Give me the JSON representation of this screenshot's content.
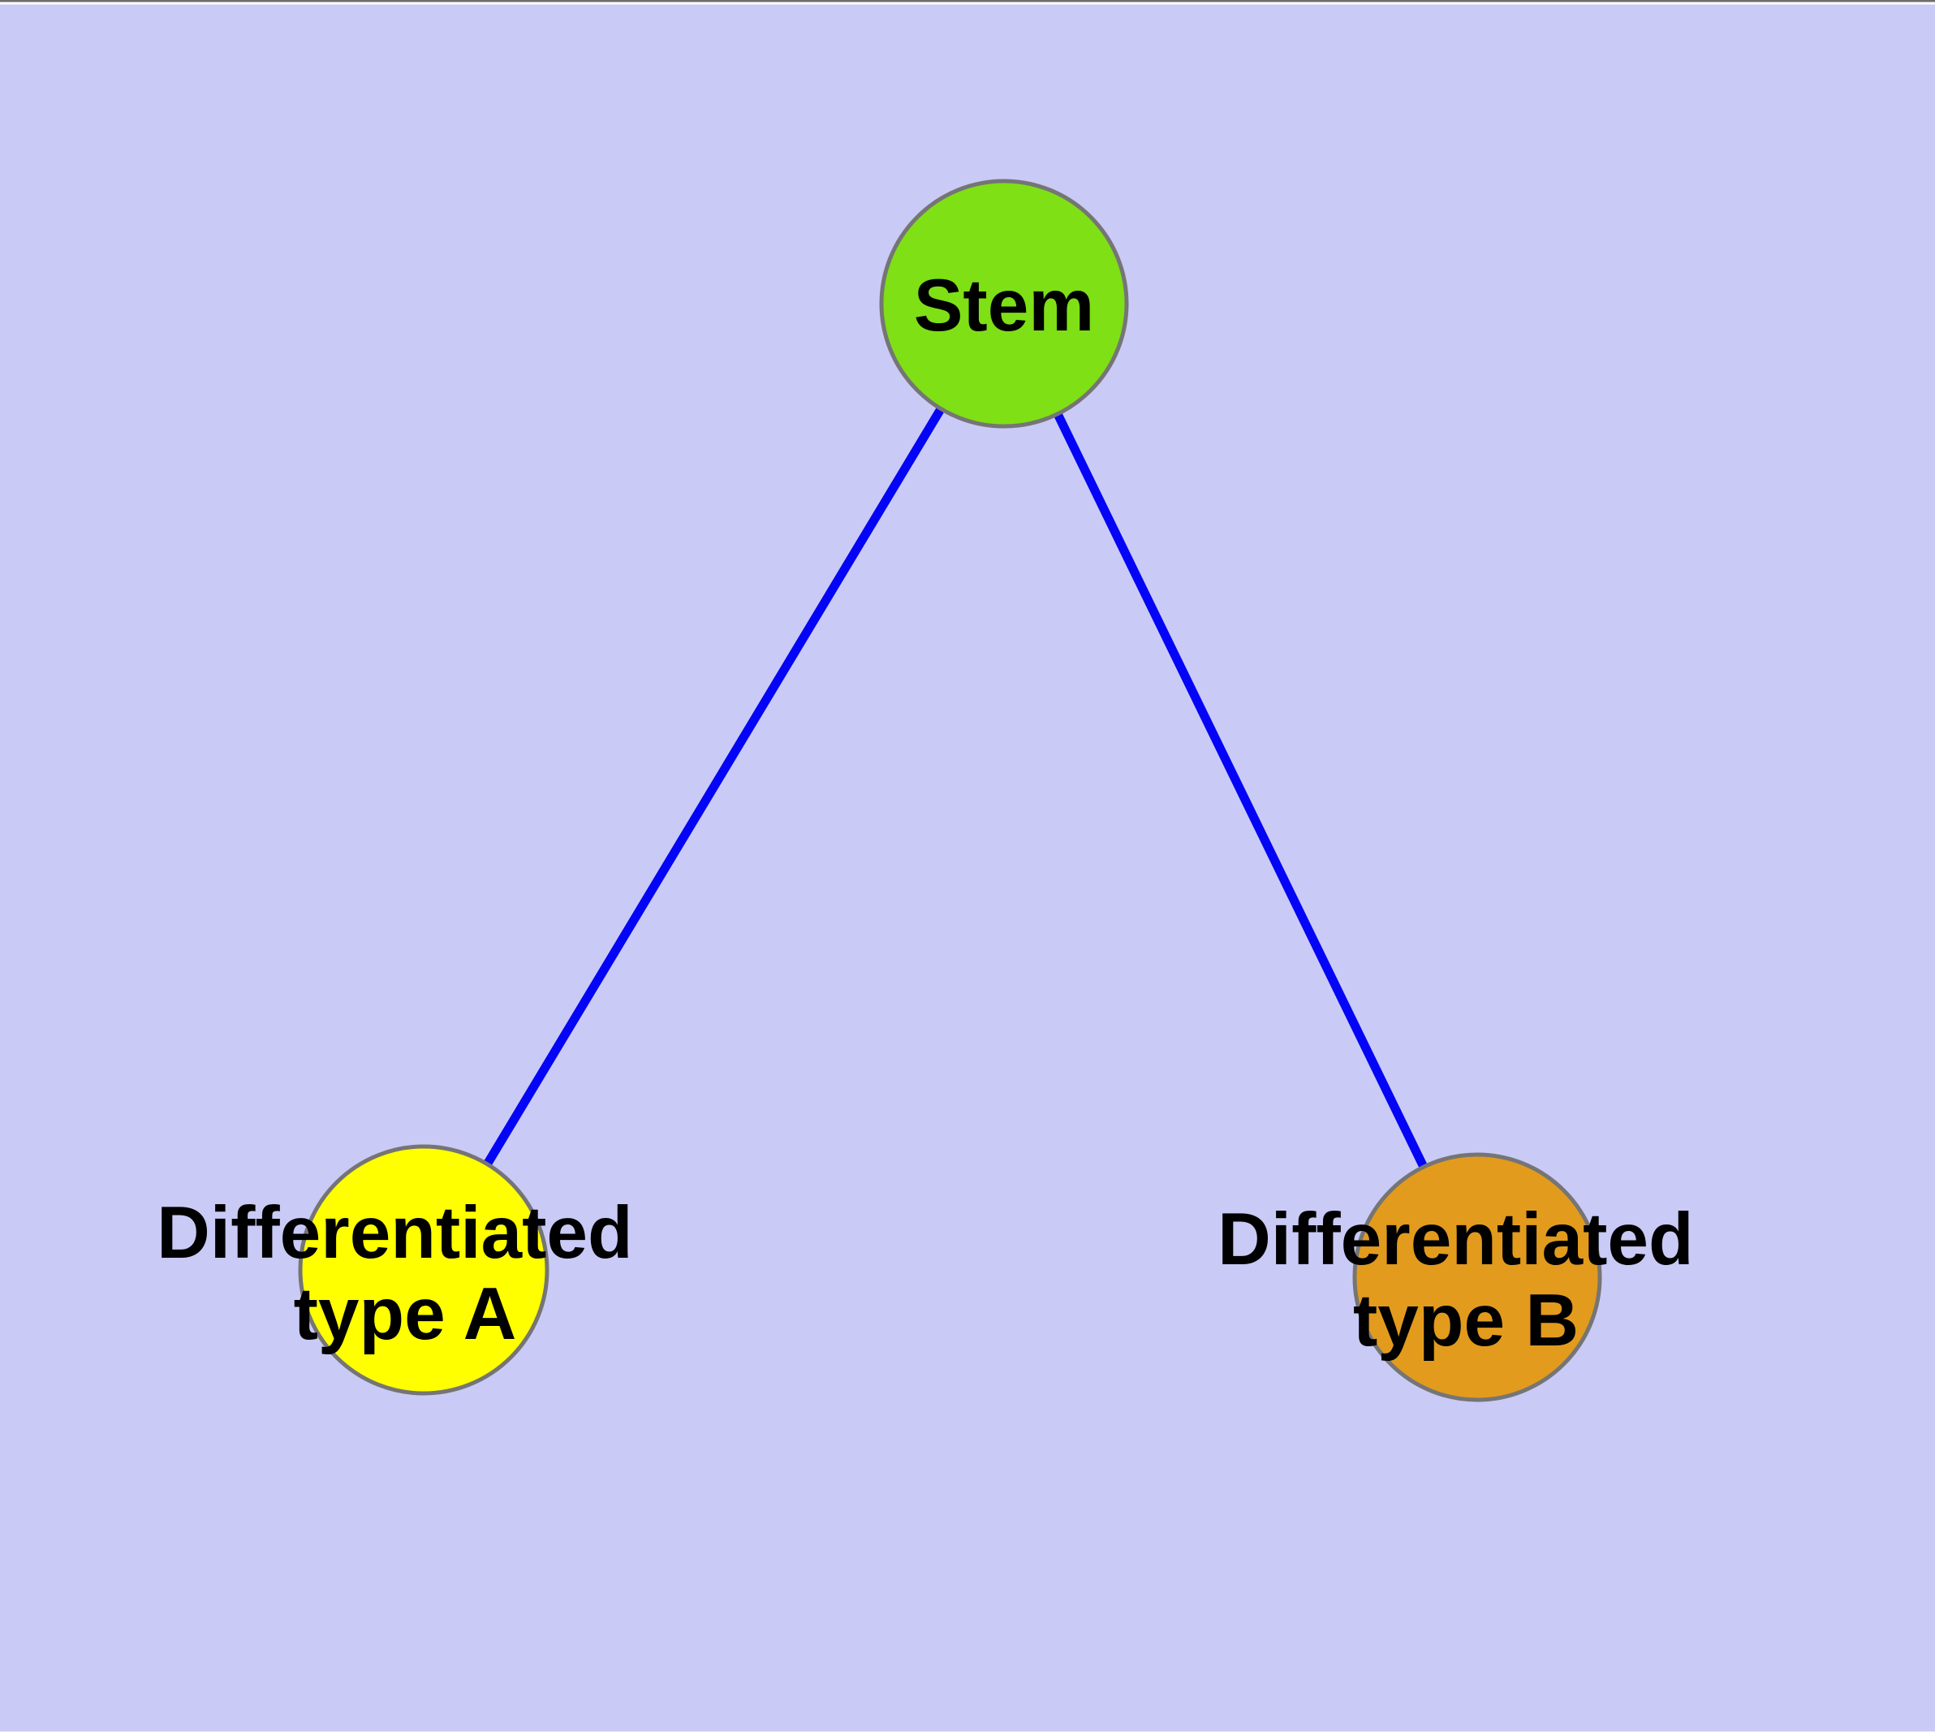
{
  "page": {
    "background_color": "#cacaf6",
    "frame_color": "#ffffff",
    "top_edge_line_color": "#6e6e6e"
  },
  "graph": {
    "edge_color": "#0404f6",
    "node_border_color": "#757575",
    "label_color": "#000000",
    "nodes": [
      {
        "id": "stem",
        "label": "Stem",
        "fill": "#7ee015"
      },
      {
        "id": "differentiated-type-a",
        "line1": "Differentiated",
        "line2": "type A",
        "fill": "#ffff00"
      },
      {
        "id": "differentiated-type-b",
        "line1": "Differentiated",
        "line2": "type B",
        "fill": "#e39b1d"
      }
    ],
    "edges": [
      {
        "from": "stem",
        "to": "differentiated-type-a"
      },
      {
        "from": "stem",
        "to": "differentiated-type-b"
      }
    ]
  }
}
